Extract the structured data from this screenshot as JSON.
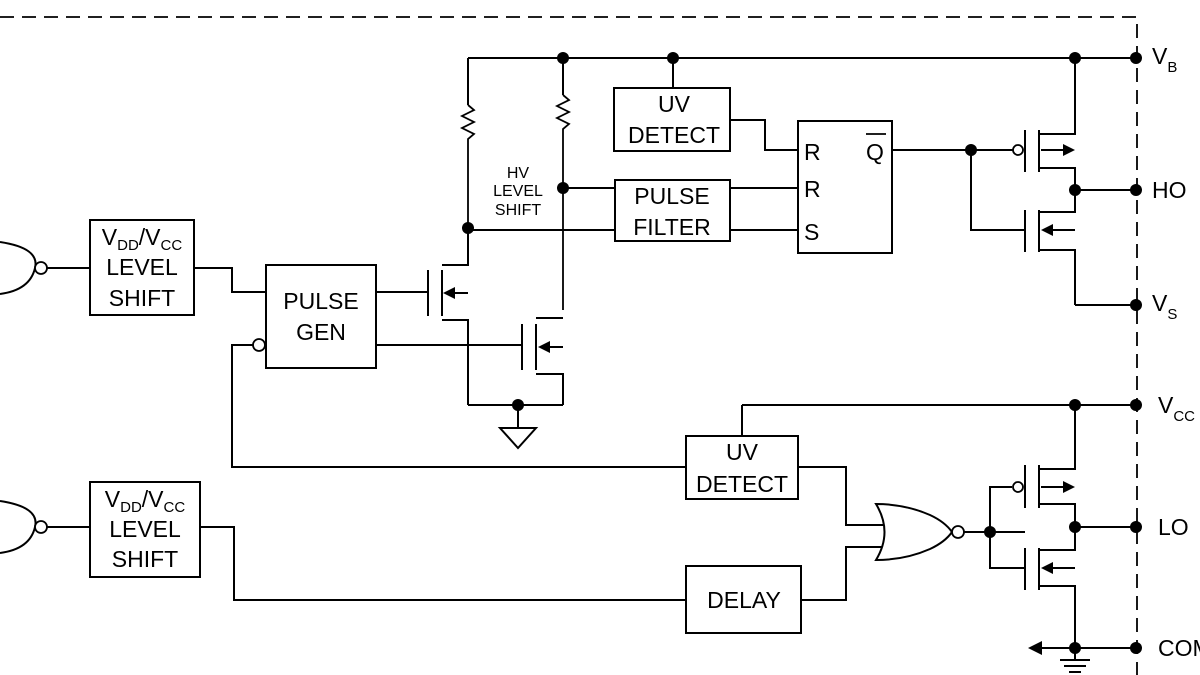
{
  "pins": {
    "vb": {
      "main": "V",
      "sub": "B"
    },
    "ho": "HO",
    "vs": {
      "main": "V",
      "sub": "S"
    },
    "vcc": {
      "main": "V",
      "sub": "CC"
    },
    "lo": "LO",
    "com": "COM"
  },
  "blocks": {
    "level_shift_top": {
      "l1_main1": "V",
      "l1_sub1": "DD",
      "l1_main2": "/V",
      "l1_sub2": "CC",
      "l2": "LEVEL",
      "l3": "SHIFT"
    },
    "level_shift_bottom": {
      "l1_main1": "V",
      "l1_sub1": "DD",
      "l1_main2": "/V",
      "l1_sub2": "CC",
      "l2": "LEVEL",
      "l3": "SHIFT"
    },
    "pulse_gen": {
      "l1": "PULSE",
      "l2": "GEN"
    },
    "uv_detect_top": {
      "l1": "UV",
      "l2": "DETECT"
    },
    "pulse_filter": {
      "l1": "PULSE",
      "l2": "FILTER"
    },
    "uv_detect_bottom": {
      "l1": "UV",
      "l2": "DETECT"
    },
    "delay": {
      "l1": "DELAY"
    },
    "latch": {
      "r1": "R",
      "r2": "R",
      "s": "S",
      "q": "Q"
    }
  },
  "hv_level_shift": {
    "l1": "HV",
    "l2": "LEVEL",
    "l3": "SHIFT"
  }
}
